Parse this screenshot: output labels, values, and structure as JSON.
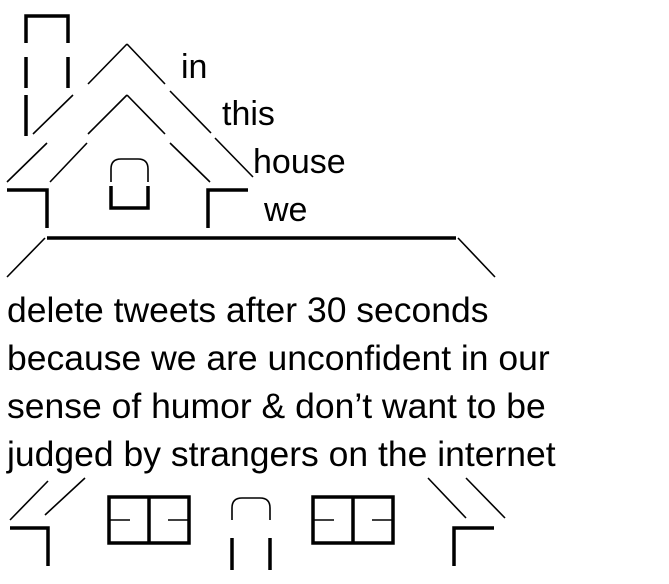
{
  "roof_words": [
    "in",
    "this",
    "house",
    "we"
  ],
  "body_lines": [
    "delete tweets after 30 seconds",
    "because we are unconfident in our",
    "sense of humor & don’t want to be",
    "judged by strangers on the internet"
  ],
  "colors": {
    "ink": "#000000",
    "background": "#ffffff"
  }
}
